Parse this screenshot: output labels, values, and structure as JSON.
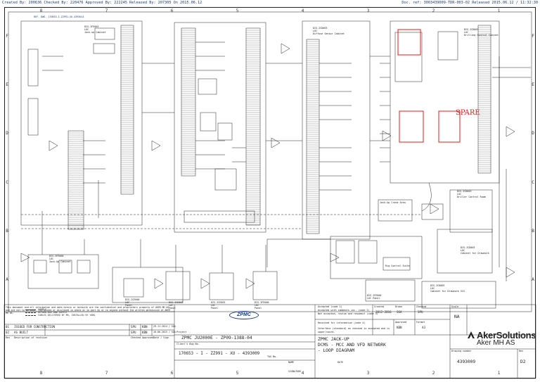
{
  "header": {
    "left": "Created By: 200636   Checked By: 220476   Approved By: 222245   Released By: 207305   On 2015.06.12",
    "right": "Doc. ref: 3003439009-TDR-003-02 Released 2015.06.12 / 11:32:30"
  },
  "grid": {
    "columns": [
      "8",
      "7",
      "6",
      "5",
      "4",
      "3",
      "2",
      "1"
    ],
    "rows": [
      "F",
      "E",
      "D",
      "C",
      "B",
      "A"
    ]
  },
  "annotations": {
    "spare": "SPARE",
    "cabinet_top_center": "DIS-ICD003\nLOC\nDiffuse Sensor Cabinet",
    "cabinet_top_right": "DIS-ICD003\nLOC\nDrilling Control Cabinet",
    "room_c_right": "DIS-ICD003\nLOC\nDriller Control Room",
    "room_b_right": "DIS-ICD003\nLOC\nCabinet for Draweork",
    "room_a_right": "DIS-ICD003\nLOC\nCabinet for Draweork SCS",
    "cabinet_c_left": "DIS-IFE003\nLOC\nJack-up Cabinet",
    "cabinet_b_left": "DIS-IFE000\nLOC\nJack-Up Cabinet",
    "cabinet_b_mid1": "DIS-ICE000\nLOC\nPanel",
    "cabinet_b_mid2": "DIS-ICE002\nLOC\nPanel",
    "cabinet_b_mid3": "DIS-ICE003\nLOC\nPanel",
    "cabinet_b_mid4": "DIS-IFE000\nLOC\nPanel",
    "cabinet_a_mid": "DIS-IFE000\nLOC Panel",
    "skid_pump": "Rig Control Suite",
    "crane": "Jack-Up Crane Area"
  },
  "legend": {
    "items": [
      "SUPPLY",
      "RETURN BUS AND SUPPLY",
      "CABLES DELIVERED BY MH, INSTALLED BY YARD"
    ]
  },
  "titleblock": {
    "notice": "This document and all information and data herein or herewith are the confidential and proprietary property of AKER MH AS and are not to be used, reproduced or disclosed in whole or in part by or to anyone without the written permission of AKER MH AS.",
    "rev_col": "Rev",
    "desc_col": "Description of revision",
    "checked_col": "Checked",
    "approved_col": "Approved",
    "date_col": "Date / Sign",
    "rev_rows": [
      {
        "rev": "01",
        "desc": "ISSUED FOR CONSTRUCTION",
        "checked": "SPU",
        "approved": "KBN",
        "date": "29.11.2014 / SGA"
      },
      {
        "rev": "02",
        "desc": "AS BUILT",
        "checked": "SPU",
        "approved": "KBN",
        "date": "16.06.2015 / SGA"
      }
    ],
    "zpmc_logo": "ZPMC",
    "project_label": "Project",
    "project": "ZPMC JU2000E - ZP09-1388-04",
    "tag_label": "TAG No.",
    "client_no_label": "Client's Dwg No.",
    "client_no": "170653 - I - ZZ991 - XU - 4393009",
    "name_label": "NAME",
    "signature_label": "SIGNATURE",
    "date_label": "DATE",
    "accepted_rows": [
      "Accepted (code 1)",
      "Accepted with comments inc. (code 2)",
      "Not accepted, revise and resubmit (code 3)",
      "Received for information (code 4)",
      "Interface (standard) as checked is accepted and is upper/coord."
    ],
    "created_label": "Created",
    "created": "2012-2016",
    "drawn_label": "Drawn",
    "drawn": "SGA",
    "checked_label": "Checked",
    "checked": "SPU",
    "approved_label": "Approved",
    "approved": "KBN",
    "scale_label": "Scale",
    "scale": "NA",
    "format_label": "Format",
    "format": "A3",
    "title_lines": [
      "ZPMC JACK-UP",
      "DCMS - MCC AND VFD NETWORK",
      "- LOOP DIAGRAM"
    ],
    "company": "AkerSolutions",
    "company_sub": "Aker MH AS",
    "drawing_label": "Drawing number",
    "drawing_no": "4393009",
    "rev_label": "Rev",
    "rev": "D2"
  }
}
